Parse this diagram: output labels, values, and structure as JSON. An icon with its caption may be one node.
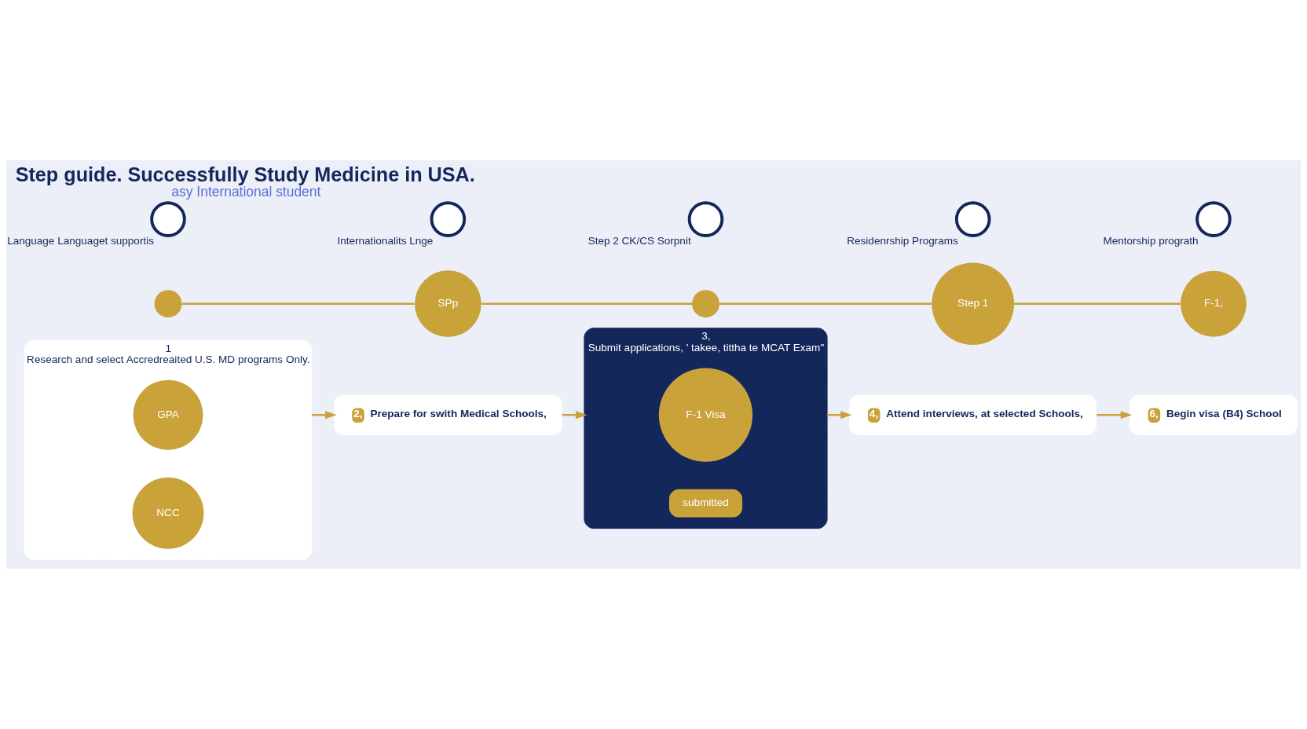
{
  "diagram": {
    "title": "Step guide. Successfully Study Medicine in USA.",
    "caption": "asy International student",
    "nodes": [
      {
        "text": [
          "1",
          "Research and select Accredreaited U.S. MD programs Only."
        ]
      },
      {
        "text": [
          "GPA"
        ],
        "in": 0
      },
      {
        "text": [
          "NCC"
        ],
        "in": 0
      },
      {
        "text": [
          "2,",
          "Prepare for swith Medical Schools,"
        ]
      },
      {
        "text": [
          "3,",
          "Submit applications, ' takee, tittha te MCAT Exam\""
        ]
      },
      {
        "text": [
          "F-1 Visa"
        ],
        "in": 4
      },
      {
        "text": [
          "submitted"
        ],
        "in": 4
      },
      {
        "text": [
          "4,",
          "Attend interviews, at selected Schools,"
        ]
      },
      {
        "text": [
          "6,",
          "Begin visa (B4) School"
        ]
      },
      {
        "text": [],
        "shape": "circle"
      },
      {
        "text": [
          "SPp"
        ]
      },
      {
        "text": [],
        "shape": "circle"
      },
      {
        "text": [
          "Step 1"
        ]
      },
      {
        "text": [
          "F-1,"
        ]
      },
      {
        "text": [],
        "shape": "circle",
        "beside": [
          "Language Languaget supportis"
        ]
      },
      {
        "text": [],
        "shape": "circle",
        "beside": [
          "Internationalits Lnge"
        ]
      },
      {
        "text": [],
        "shape": "circle",
        "beside": [
          "Step 2 CK/CS Sorpnit"
        ]
      },
      {
        "text": [],
        "shape": "circle",
        "beside": [
          "Residenrship Programs"
        ]
      },
      {
        "text": [],
        "shape": "circle",
        "beside": [
          "Mentorship prograth"
        ]
      }
    ],
    "edges": [
      {
        "from": 0,
        "to": 3,
        "arrow": "to"
      },
      {
        "from": 3,
        "to": 4,
        "arrow": "to"
      },
      {
        "from": 4,
        "to": 7,
        "arrow": "to"
      },
      {
        "from": 7,
        "to": 8,
        "arrow": "to"
      },
      {
        "from": 9,
        "to": 10,
        "arrow": "none"
      },
      {
        "from": 10,
        "to": 11,
        "arrow": "none"
      },
      {
        "from": 11,
        "to": 12,
        "arrow": "none"
      },
      {
        "from": 12,
        "to": 13,
        "arrow": "none"
      }
    ]
  }
}
